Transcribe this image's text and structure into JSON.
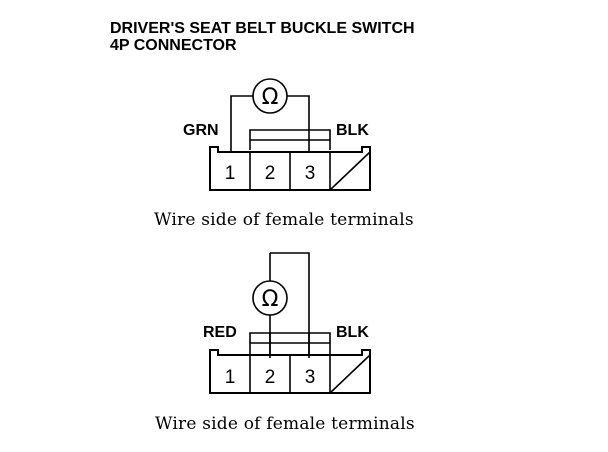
{
  "title": {
    "line1": "DRIVER'S SEAT BELT BUCKLE SWITCH",
    "line2": "4P CONNECTOR"
  },
  "meter_symbol": "Ω",
  "views": [
    {
      "left_wire": "GRN",
      "right_wire": "BLK",
      "pins": [
        "1",
        "2",
        "3"
      ],
      "caption": "Wire side of female terminals"
    },
    {
      "left_wire": "RED",
      "right_wire": "BLK",
      "pins": [
        "1",
        "2",
        "3"
      ],
      "caption": "Wire side of female terminals"
    }
  ],
  "colors": {
    "ink": "#000000",
    "background": "#ffffff"
  }
}
